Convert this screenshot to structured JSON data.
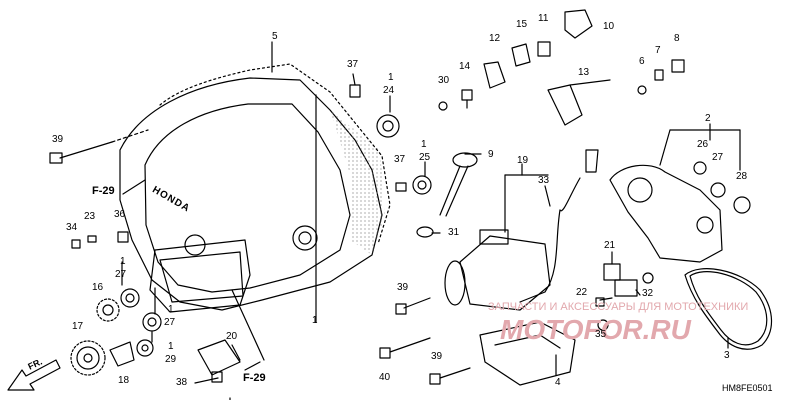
{
  "diagram": {
    "callouts": [
      "5",
      "37",
      "1",
      "24",
      "30",
      "14",
      "12",
      "15",
      "11",
      "10",
      "7",
      "8",
      "6",
      "13",
      "39",
      "1",
      "25",
      "9",
      "19",
      "33",
      "2",
      "26",
      "27",
      "28",
      "37",
      "36",
      "34",
      "23",
      "31",
      "1",
      "27",
      "21",
      "16",
      "39",
      "22",
      "32",
      "17",
      "1",
      "27",
      "35",
      "1",
      "29",
      "18",
      "20",
      "38",
      "39",
      "40",
      "4",
      "3"
    ],
    "single_labels": [
      "1"
    ],
    "refs": [
      "F-29",
      "F-29"
    ],
    "direction": "FR.",
    "code": "HM8FE0501",
    "emblem": "HONDA"
  },
  "watermark": {
    "line1": "ЗАПЧАСТИ И АКСЕССУАРЫ ДЛЯ МОТОТЕХНИКИ",
    "line2": "MOTOFOR.RU",
    "color": "#e2a8ad"
  }
}
